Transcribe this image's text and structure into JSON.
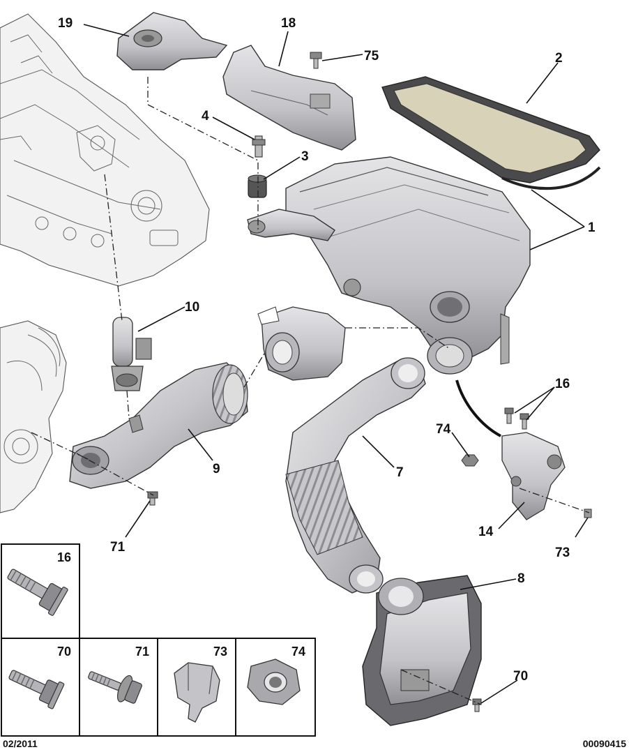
{
  "diagram": {
    "callouts": {
      "c1": "1",
      "c2": "2",
      "c3": "3",
      "c4": "4",
      "c7": "7",
      "c8": "8",
      "c9": "9",
      "c10": "10",
      "c14": "14",
      "c16": "16",
      "c18": "18",
      "c19": "19",
      "c70": "70",
      "c71": "71",
      "c73": "73",
      "c74": "74",
      "c75": "75"
    },
    "legend": {
      "cell16": "16",
      "cell70": "70",
      "cell71": "71",
      "cell73": "73",
      "cell74": "74"
    },
    "footer": {
      "date": "02/2011",
      "ref": "00090415"
    },
    "colors": {
      "part_fill": "#c9c9cc",
      "part_dark": "#8e8e92",
      "part_light": "#e3e3e6",
      "engine_fill": "#f2f2f2",
      "filter_frame": "#4a4a4c",
      "filter_media": "#d8d2b8"
    }
  }
}
